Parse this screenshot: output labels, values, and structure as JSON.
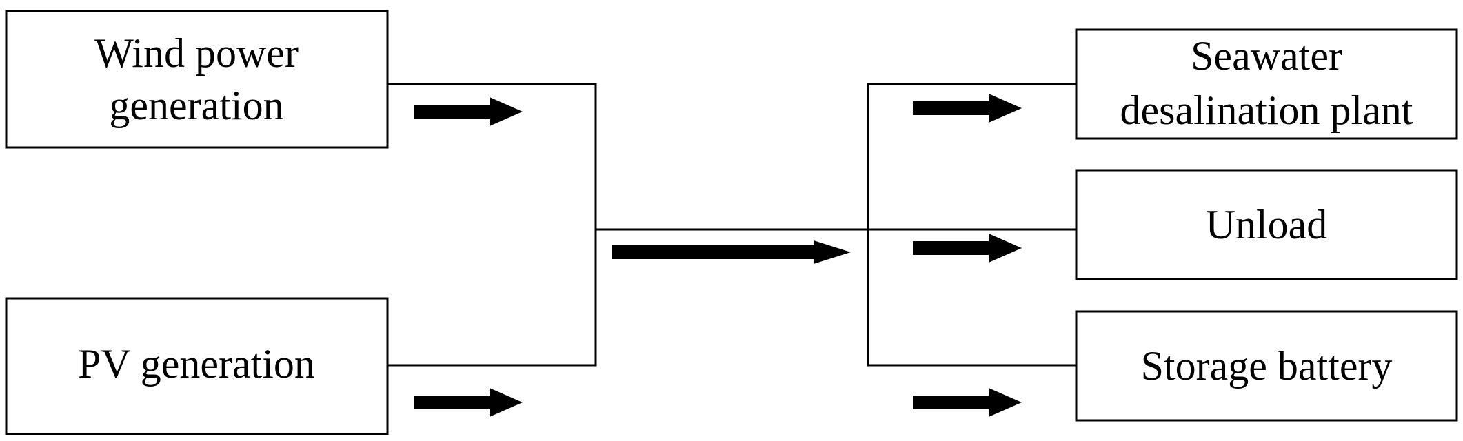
{
  "nodes": {
    "wind": {
      "lines": [
        "Wind power",
        "generation"
      ]
    },
    "pv": {
      "lines": [
        "PV generation"
      ]
    },
    "desalination": {
      "lines": [
        "Seawater",
        "desalination plant"
      ]
    },
    "unload": {
      "lines": [
        "Unload"
      ]
    },
    "battery": {
      "lines": [
        "Storage battery"
      ]
    }
  },
  "colors": {
    "line": "#000000",
    "background": "#ffffff"
  }
}
